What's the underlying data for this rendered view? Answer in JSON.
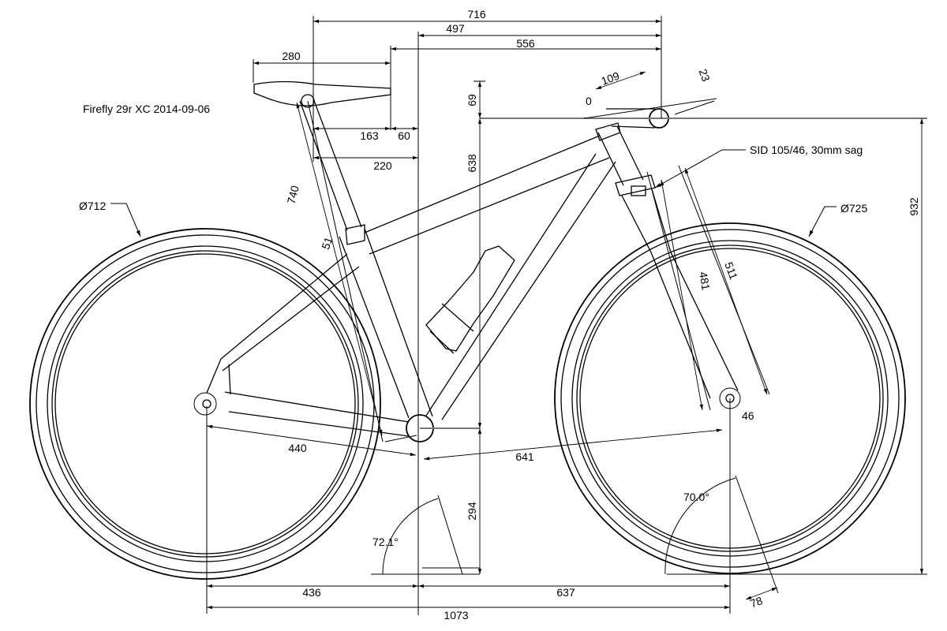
{
  "title": "Firefly 29r XC 2014-09-06",
  "fork_note": "SID 105/46, 30mm sag",
  "wheels": {
    "rear_diameter": "Ø712",
    "front_diameter": "Ø725"
  },
  "angles": {
    "seat_angle": "72.1°",
    "head_angle": "70.0°"
  },
  "dimensions": {
    "d716": "716",
    "d497": "497",
    "d556": "556",
    "d280": "280",
    "d163": "163",
    "d60": "60",
    "d220": "220",
    "d69": "69",
    "d638": "638",
    "d294": "294",
    "d932": "932",
    "d740": "740",
    "d51": "51",
    "d440": "440",
    "d641": "641",
    "d481": "481",
    "d511": "511",
    "d46": "46",
    "d436": "436",
    "d637": "637",
    "d1073": "1073",
    "d78": "78",
    "d109": "109",
    "d23": "23",
    "d0": "0"
  }
}
